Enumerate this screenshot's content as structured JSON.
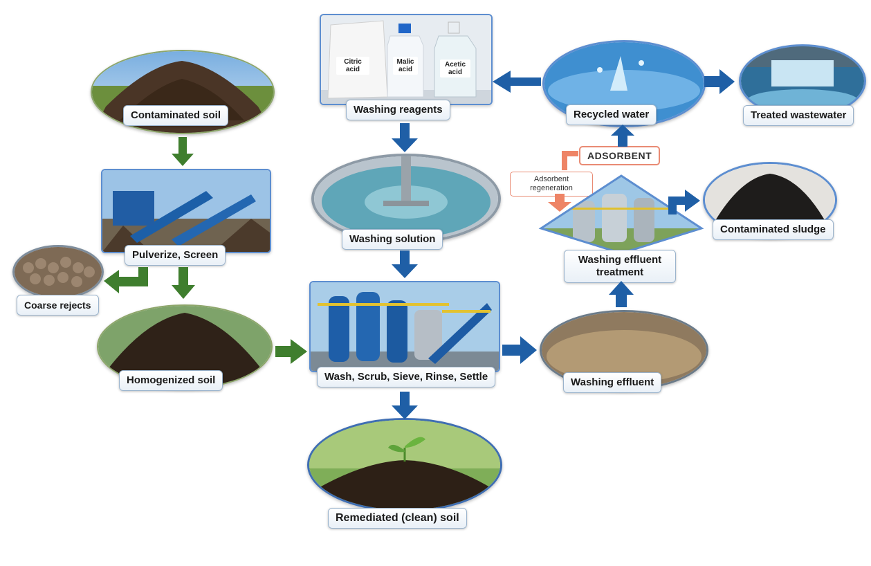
{
  "nodes": {
    "contaminated_soil": "Contaminated soil",
    "pulverize": "Pulverize, Screen",
    "coarse_rejects": "Coarse rejects",
    "homogenized_soil": "Homogenized soil",
    "washing_reagents": "Washing reagents",
    "washing_solution": "Washing solution",
    "wash_process": "Wash, Scrub, Sieve, Rinse, Settle",
    "remediated_soil": "Remediated  (clean) soil",
    "recycled_water": "Recycled water",
    "treated_wastewater": "Treated wastewater",
    "adsorbent": "ADSORBENT",
    "adsorbent_regeneration": "Adsorbent regeneration",
    "effluent_treatment": "Washing effluent treatment",
    "contaminated_sludge": "Contaminated sludge",
    "washing_effluent": "Washing effluent"
  },
  "bottles": {
    "citric": "Citric acid",
    "malic": "Malic acid",
    "acetic": "Acetic acid"
  },
  "colors": {
    "blue_arrow": "#1f5fa6",
    "green_arrow": "#3f7e2e",
    "orange_arrow": "#ee8466",
    "frame_blue": "#5d8ed0"
  }
}
